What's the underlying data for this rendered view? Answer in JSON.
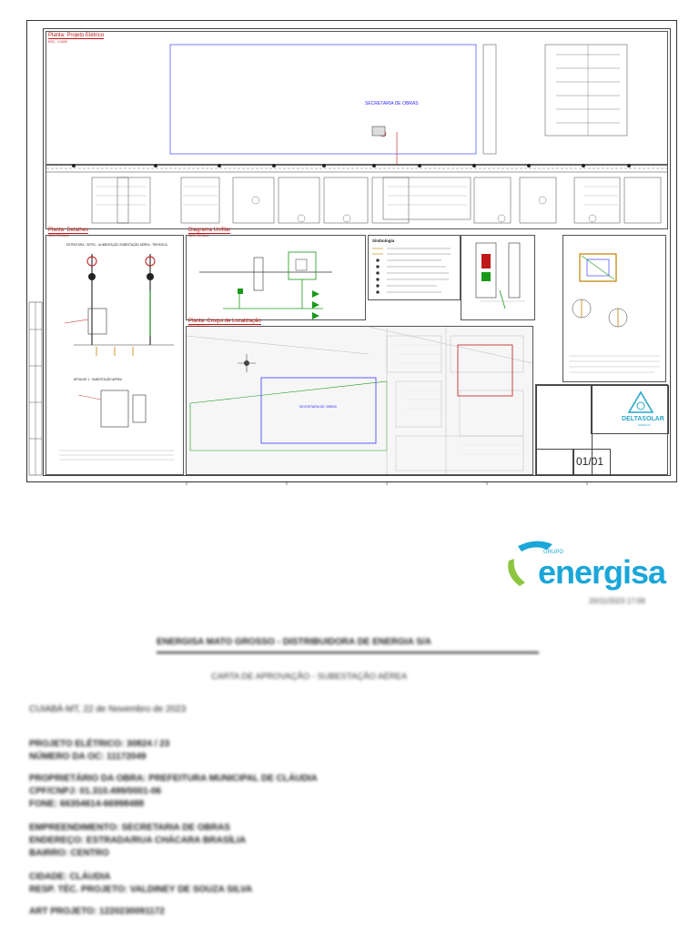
{
  "sheet": {
    "plan_title": "Planta: Projeto Elétrico",
    "plan_scale": "ESC.: 1:1000",
    "building_label": "SECRETARIA DE OBRAS",
    "details_title": "Planta: Detalhes",
    "details_scale": "SEM ESCALA",
    "unifilar_title": "Diagrama Unifilar",
    "unifilar_scale": "SEM ESCALA",
    "croqui_title": "Planta: Croqui de Localização",
    "croqui_scale": "SEM ESCALA",
    "legend_title": "Simbologia",
    "sheet_number": "01/01",
    "brand_name": "DELTASOLAR",
    "brand_sub": "ENERGIA",
    "details_heading": "ESTRUTURA - DETEL - ALIMENTAÇÃO SUBESTAÇÃO AÉREA - TRIFÁSICA",
    "details_note": "DETALHE 1 - SUBESTAÇÃO AÉREA",
    "croqui_label": "SECRETARIA DE OBRAS"
  },
  "logo": {
    "group": "GRUPO",
    "name": "energisa",
    "date": "20/11/2023 17:09"
  },
  "letter": {
    "company": "ENERGISA MATO GROSSO - DISTRIBUIDORA DE ENERGIA S/A",
    "subject": "CARTA DE APROVAÇÃO - SUBESTAÇÃO AÉREA",
    "place_date": "CUIABÁ-MT, 22 de Novembro de 2023",
    "lines": [
      "PROJETO ELÉTRICO: 30824 / 23",
      "NÚMERO DA OC: 11172049",
      "PROPRIETÁRIO DA OBRA: PREFEITURA MUNICIPAL DE CLÁUDIA",
      "CPF/CNPJ: 01.310.499/0001-06",
      "FONE: 66354614-66998488",
      "EMPREENDIMENTO: SECRETARIA DE OBRAS",
      "ENDEREÇO: ESTRADA/RUA CHÁCARA BRASÍLIA",
      "BAIRRO: CENTRO",
      "CIDADE: CLÁUDIA",
      "RESP. TÉC. PROJETO: VALDINEY DE SOUZA SILVA",
      "ART PROJETO: 1220230091172"
    ]
  }
}
